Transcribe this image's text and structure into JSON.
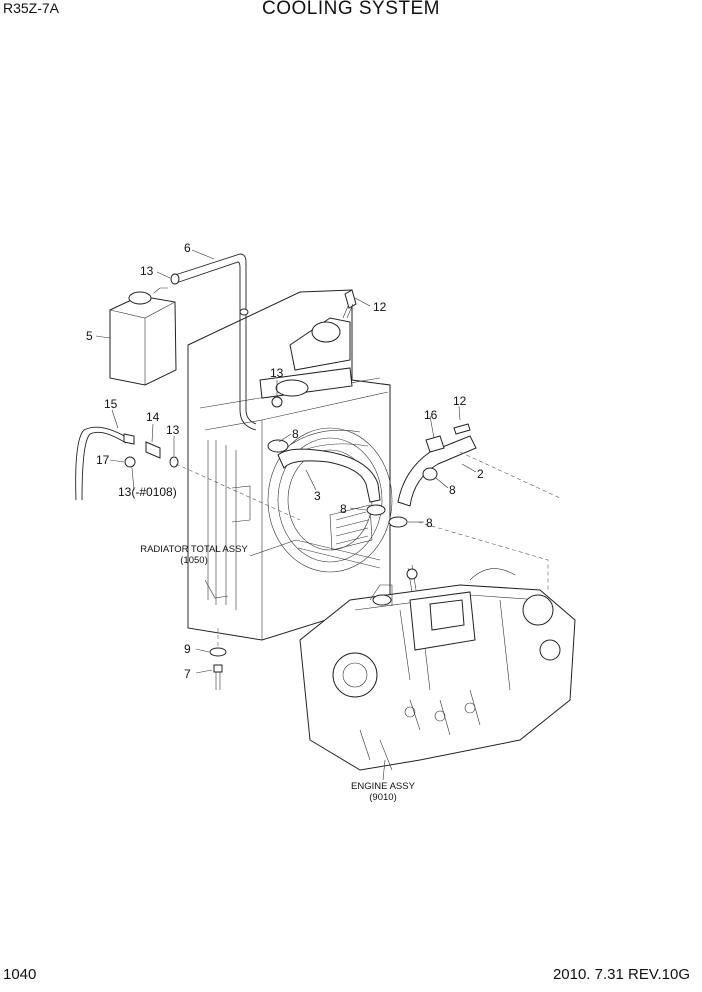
{
  "header": {
    "model": "R35Z-7A",
    "title": "COOLING SYSTEM"
  },
  "footer": {
    "page_number": "1040",
    "revision": "2010. 7.31 REV.10G"
  },
  "callouts": {
    "c6": "6",
    "c13a": "13",
    "c12a": "12",
    "c5": "5",
    "c13b": "13",
    "c8a": "8",
    "c12b": "12",
    "c16": "16",
    "c15": "15",
    "c14": "14",
    "c13c": "13",
    "c17": "17",
    "c13d": "13(-#0108)",
    "c3": "3",
    "c2": "2",
    "c8b": "8",
    "c8c": "8",
    "c8d": "8",
    "c9": "9",
    "c7": "7"
  },
  "assemblies": {
    "radiator_name": "RADIATOR TOTAL ASSY",
    "radiator_code": "(1050)",
    "engine_name": "ENGINE ASSY",
    "engine_code": "(9010)"
  }
}
